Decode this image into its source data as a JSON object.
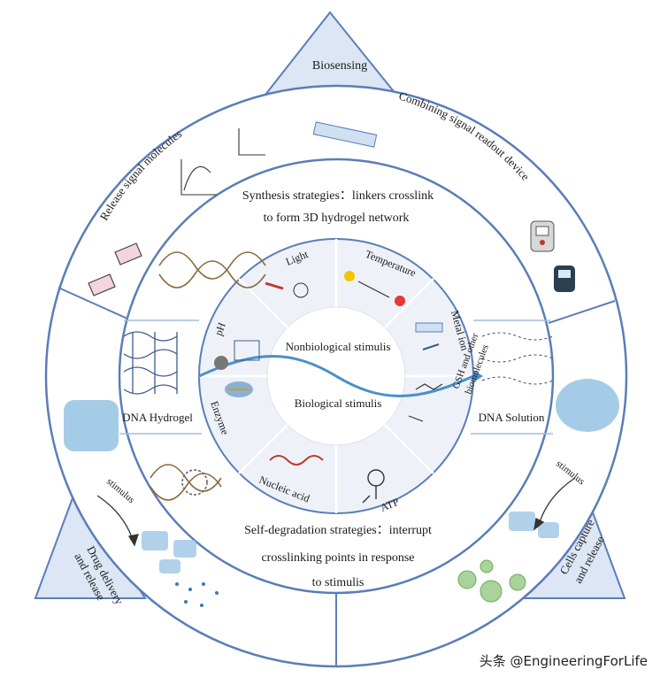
{
  "corners": {
    "top": "Biosensing",
    "left": "Drug delivery and release",
    "right": "Cells capture and release"
  },
  "outer_ring": {
    "top_left": "Release signal molecules",
    "top_right": "Combining signal readout device",
    "left_stimulus": "stimulus",
    "right_stimulus": "stimulus"
  },
  "middle_ring": {
    "synthesis_line1": "Synthesis strategies：linkers crosslink",
    "synthesis_line2": "to form 3D hydrogel network",
    "degradation_line1": "Self-degradation strategies：interrupt",
    "degradation_line2": "crosslinking points in response",
    "degradation_line3": "to stimulis",
    "left_label": "DNA Hydrogel",
    "right_label": "DNA Solution"
  },
  "inner_ring": {
    "segments": [
      "Light",
      "Temperature",
      "Metal ion",
      "GSH and other biomolecules",
      "ATP",
      "Nucleic acid",
      "Enzyme",
      "pH"
    ]
  },
  "center": {
    "top": "Nonbiological stimulis",
    "bottom": "Biological stimulis"
  },
  "watermark": "头条 @EngineeringForLife",
  "colors": {
    "ring_fill": "#eef2f8",
    "ring_stroke": "#5b7db8",
    "triangle_fill": "#dce6f4",
    "center_fill": "#ffffff",
    "accent_blue": "#4a90c8"
  }
}
